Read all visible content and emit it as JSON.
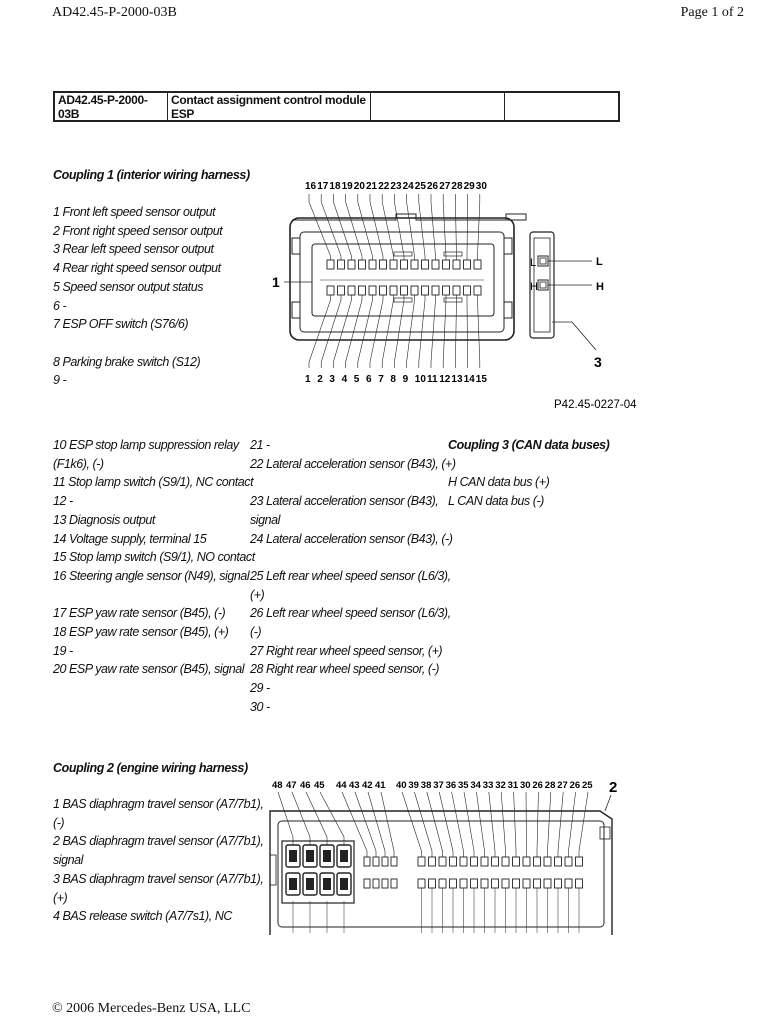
{
  "header": {
    "doc_id": "AD42.45-P-2000-03B",
    "page": "Page 1 of 2"
  },
  "title_table": {
    "cells": [
      "AD42.45-P-2000-03B",
      "Contact assignment control module ESP",
      "",
      ""
    ]
  },
  "coupling1": {
    "heading": "Coupling 1 (interior wiring harness)",
    "col1_top": [
      "1 Front left speed sensor output",
      "2 Front right speed sensor output",
      "3 Rear left speed sensor output",
      "4 Rear right speed sensor output",
      "5 Speed sensor output status",
      "6 -",
      "7 ESP OFF switch (S76/6)",
      "",
      "8 Parking brake switch (S12)",
      "9 -"
    ],
    "col1_bottom": [
      "10 ESP stop lamp suppression relay",
      "(F1k6), (-)",
      "11 Stop lamp switch (S9/1), NC contact",
      "12 -",
      "13 Diagnosis output",
      "14 Voltage supply, terminal 15",
      "15 Stop lamp switch (S9/1), NO contact",
      "16 Steering angle sensor (N49), signal",
      "",
      "17 ESP yaw rate sensor (B45), (-)",
      "18 ESP yaw rate sensor (B45), (+)",
      "19 -",
      "20 ESP yaw rate sensor (B45), signal"
    ],
    "col2": [
      "21 -",
      "22 Lateral acceleration sensor (B43), (+)",
      "",
      "23 Lateral acceleration sensor (B43),",
      "signal",
      "24 Lateral acceleration sensor (B43), (-)",
      "",
      "25 Left rear wheel speed sensor (L6/3),",
      "(+)",
      "26 Left rear wheel speed sensor (L6/3),",
      "(-)",
      "27 Right rear wheel speed sensor, (+)",
      "28 Right rear wheel speed sensor, (-)",
      "29 -",
      "30 -"
    ]
  },
  "coupling3": {
    "heading": "Coupling 3 (CAN data buses)",
    "lines": [
      "H CAN data bus (+)",
      "L CAN data bus (-)"
    ]
  },
  "coupling2": {
    "heading": "Coupling 2 (engine wiring harness)",
    "lines": [
      "1 BAS diaphragm travel sensor (A7/7b1),",
      "(-)",
      "2 BAS diaphragm travel sensor (A7/7b1),",
      "signal",
      "3 BAS diaphragm travel sensor (A7/7b1),",
      "(+)",
      "4 BAS release switch (A7/7s1), NC"
    ]
  },
  "diagram1": {
    "top_pins": [
      "16",
      "17",
      "18",
      "19",
      "20",
      "21",
      "22",
      "23",
      "24",
      "25",
      "26",
      "27",
      "28",
      "29",
      "30"
    ],
    "bottom_pins": [
      "1",
      "2",
      "3",
      "4",
      "5",
      "6",
      "7",
      "8",
      "9",
      "10",
      "11",
      "12",
      "13",
      "14",
      "15"
    ],
    "callout_1": "1",
    "callout_3": "3",
    "can_labels": [
      "L",
      "H"
    ],
    "figure_ref": "P42.45-0227-04"
  },
  "diagram2": {
    "pins_left": [
      "48",
      "47",
      "46",
      "45"
    ],
    "pins_mid": [
      "44",
      "43",
      "42",
      "41"
    ],
    "pins_right": [
      "40",
      "39",
      "38",
      "37",
      "36",
      "35",
      "34",
      "33",
      "32",
      "31",
      "30",
      "26",
      "28",
      "27",
      "26",
      "25"
    ],
    "callout_2": "2"
  },
  "footer": {
    "copyright": "© 2006 Mercedes-Benz USA, LLC"
  }
}
